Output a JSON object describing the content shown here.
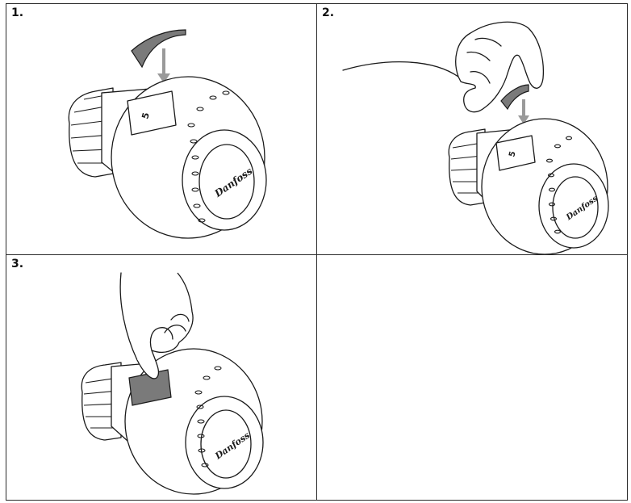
{
  "steps": [
    {
      "number": "1."
    },
    {
      "number": "2."
    },
    {
      "number": "3."
    }
  ],
  "device": {
    "scale_mark": "5",
    "brand_logo": "Danfoss"
  },
  "colors": {
    "line": "#1a1a1a",
    "label_strip": "#7a7a7a",
    "arrow": "#9a9a9a",
    "background": "#ffffff"
  }
}
